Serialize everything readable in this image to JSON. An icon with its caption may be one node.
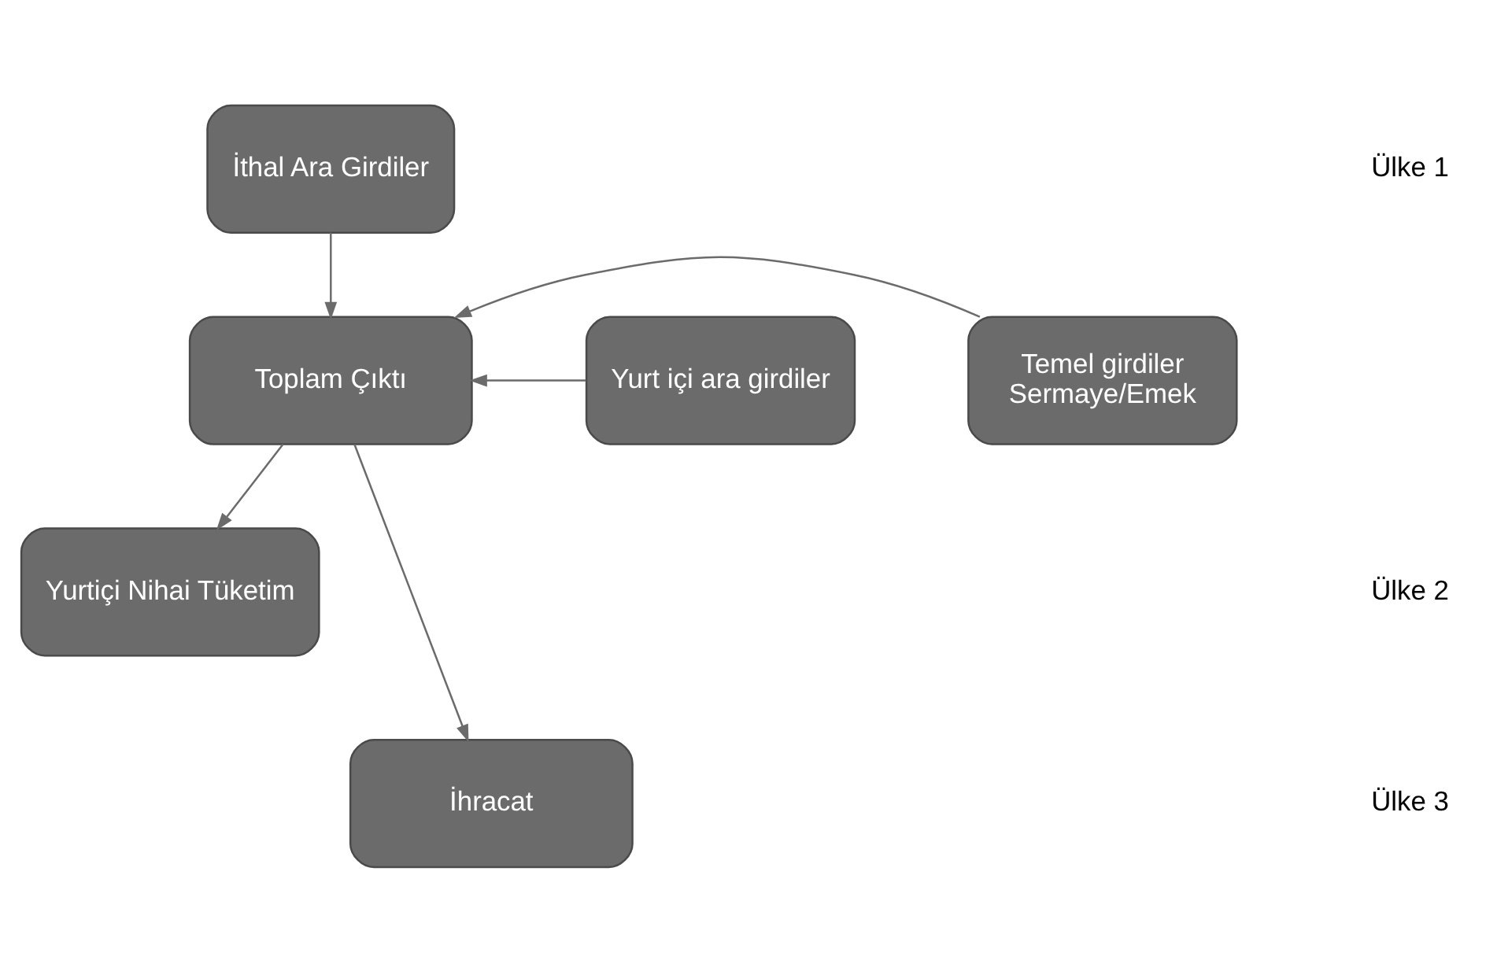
{
  "diagram": {
    "nodes": [
      {
        "text": [
          "İthal Ara Girdiler"
        ]
      },
      {
        "text": [
          "Yurt içi ara girdiler"
        ]
      },
      {
        "text": [
          "Toplam Çıktı"
        ]
      },
      {
        "text": [
          "Temel girdiler",
          "Sermaye/Emek"
        ]
      },
      {
        "text": [
          "Yurtiçi Nihai Tüketim"
        ]
      },
      {
        "text": [
          "İhracat"
        ]
      }
    ],
    "edges": [
      {
        "from": 0,
        "to": 2,
        "arrow": "to"
      },
      {
        "from": 1,
        "to": 2,
        "arrow": "to"
      },
      {
        "from": 3,
        "to": 2,
        "arrow": "to"
      },
      {
        "from": 2,
        "to": 4,
        "arrow": "to"
      },
      {
        "from": 2,
        "to": 5,
        "arrow": "to"
      }
    ],
    "labels": [
      "Ülke 1",
      "Ülke 2",
      "Ülke 3"
    ]
  }
}
